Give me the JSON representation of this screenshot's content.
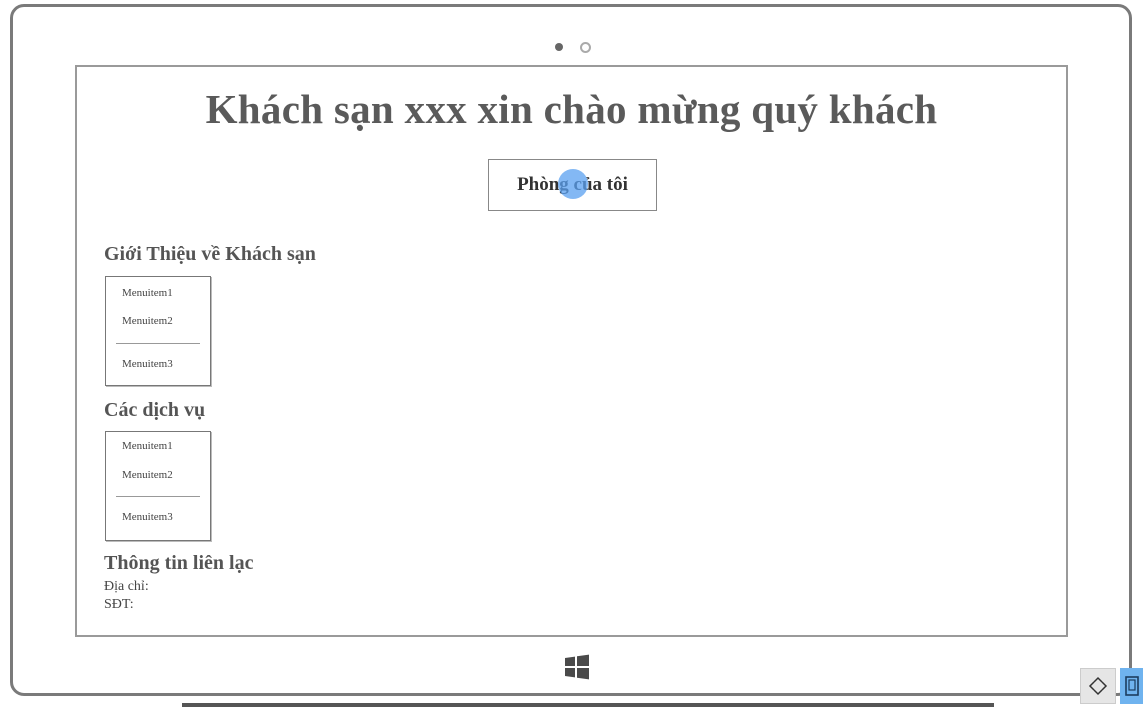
{
  "page": {
    "title": "Khách sạn xxx xin chào mừng quý khách",
    "room_button_label": "Phòng của tôi"
  },
  "sections": {
    "intro": {
      "title": "Giới Thiệu về Khách sạn",
      "menu_items": [
        "Menuitem1",
        "Menuitem2",
        "Menuitem3"
      ]
    },
    "services": {
      "title": "Các dịch vụ",
      "menu_items": [
        "Menuitem1",
        "Menuitem2",
        "Menuitem3"
      ]
    },
    "contact": {
      "title": "Thông tin liên lạc",
      "address_label": "Địa chỉ:",
      "phone_label": "SĐT:"
    }
  },
  "icons": {
    "windows_logo": "windows-logo-icon",
    "nav_control": "expand-arrows-icon",
    "device_control": "device-icon"
  },
  "colors": {
    "frame": "#7a7a7a",
    "cursor_highlight": "#5aa0f0",
    "device_control_bg": "#6fb3ef"
  }
}
